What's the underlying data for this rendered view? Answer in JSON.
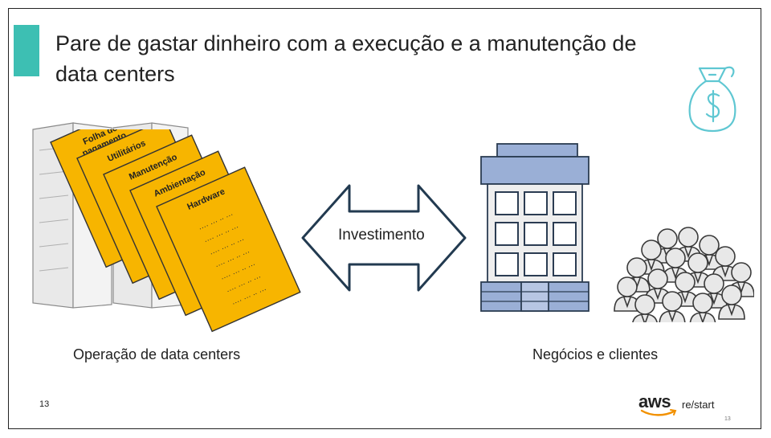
{
  "slide": {
    "title": "Pare de gastar dinheiro com a execução e a manutenção de data centers",
    "left_caption": "Operação de data centers",
    "right_caption": "Negócios e clientes",
    "arrow_label": "Investimento",
    "page_number": "13",
    "page_number_small": "13"
  },
  "documents": [
    {
      "title_lines": [
        "Folha de",
        "pagamento"
      ]
    },
    {
      "title_lines": [
        "Utilitários"
      ]
    },
    {
      "title_lines": [
        "Manutenção"
      ]
    },
    {
      "title_lines": [
        "Ambientação"
      ]
    },
    {
      "title_lines": [
        "Hardware"
      ]
    }
  ],
  "document_line_text": "…. … .. …",
  "logo": {
    "brand": "aws",
    "product": "re/start"
  },
  "icons": [
    "money-bag-icon",
    "server-rack-icon",
    "document-icon",
    "double-arrow-icon",
    "office-building-icon",
    "people-group-icon"
  ],
  "colors": {
    "accent": "#3dbfb3",
    "document_fill": "#f7b500",
    "building_blue": "#9aafd6",
    "money_bag": "#5fc7d2",
    "aws_orange": "#f29100"
  }
}
